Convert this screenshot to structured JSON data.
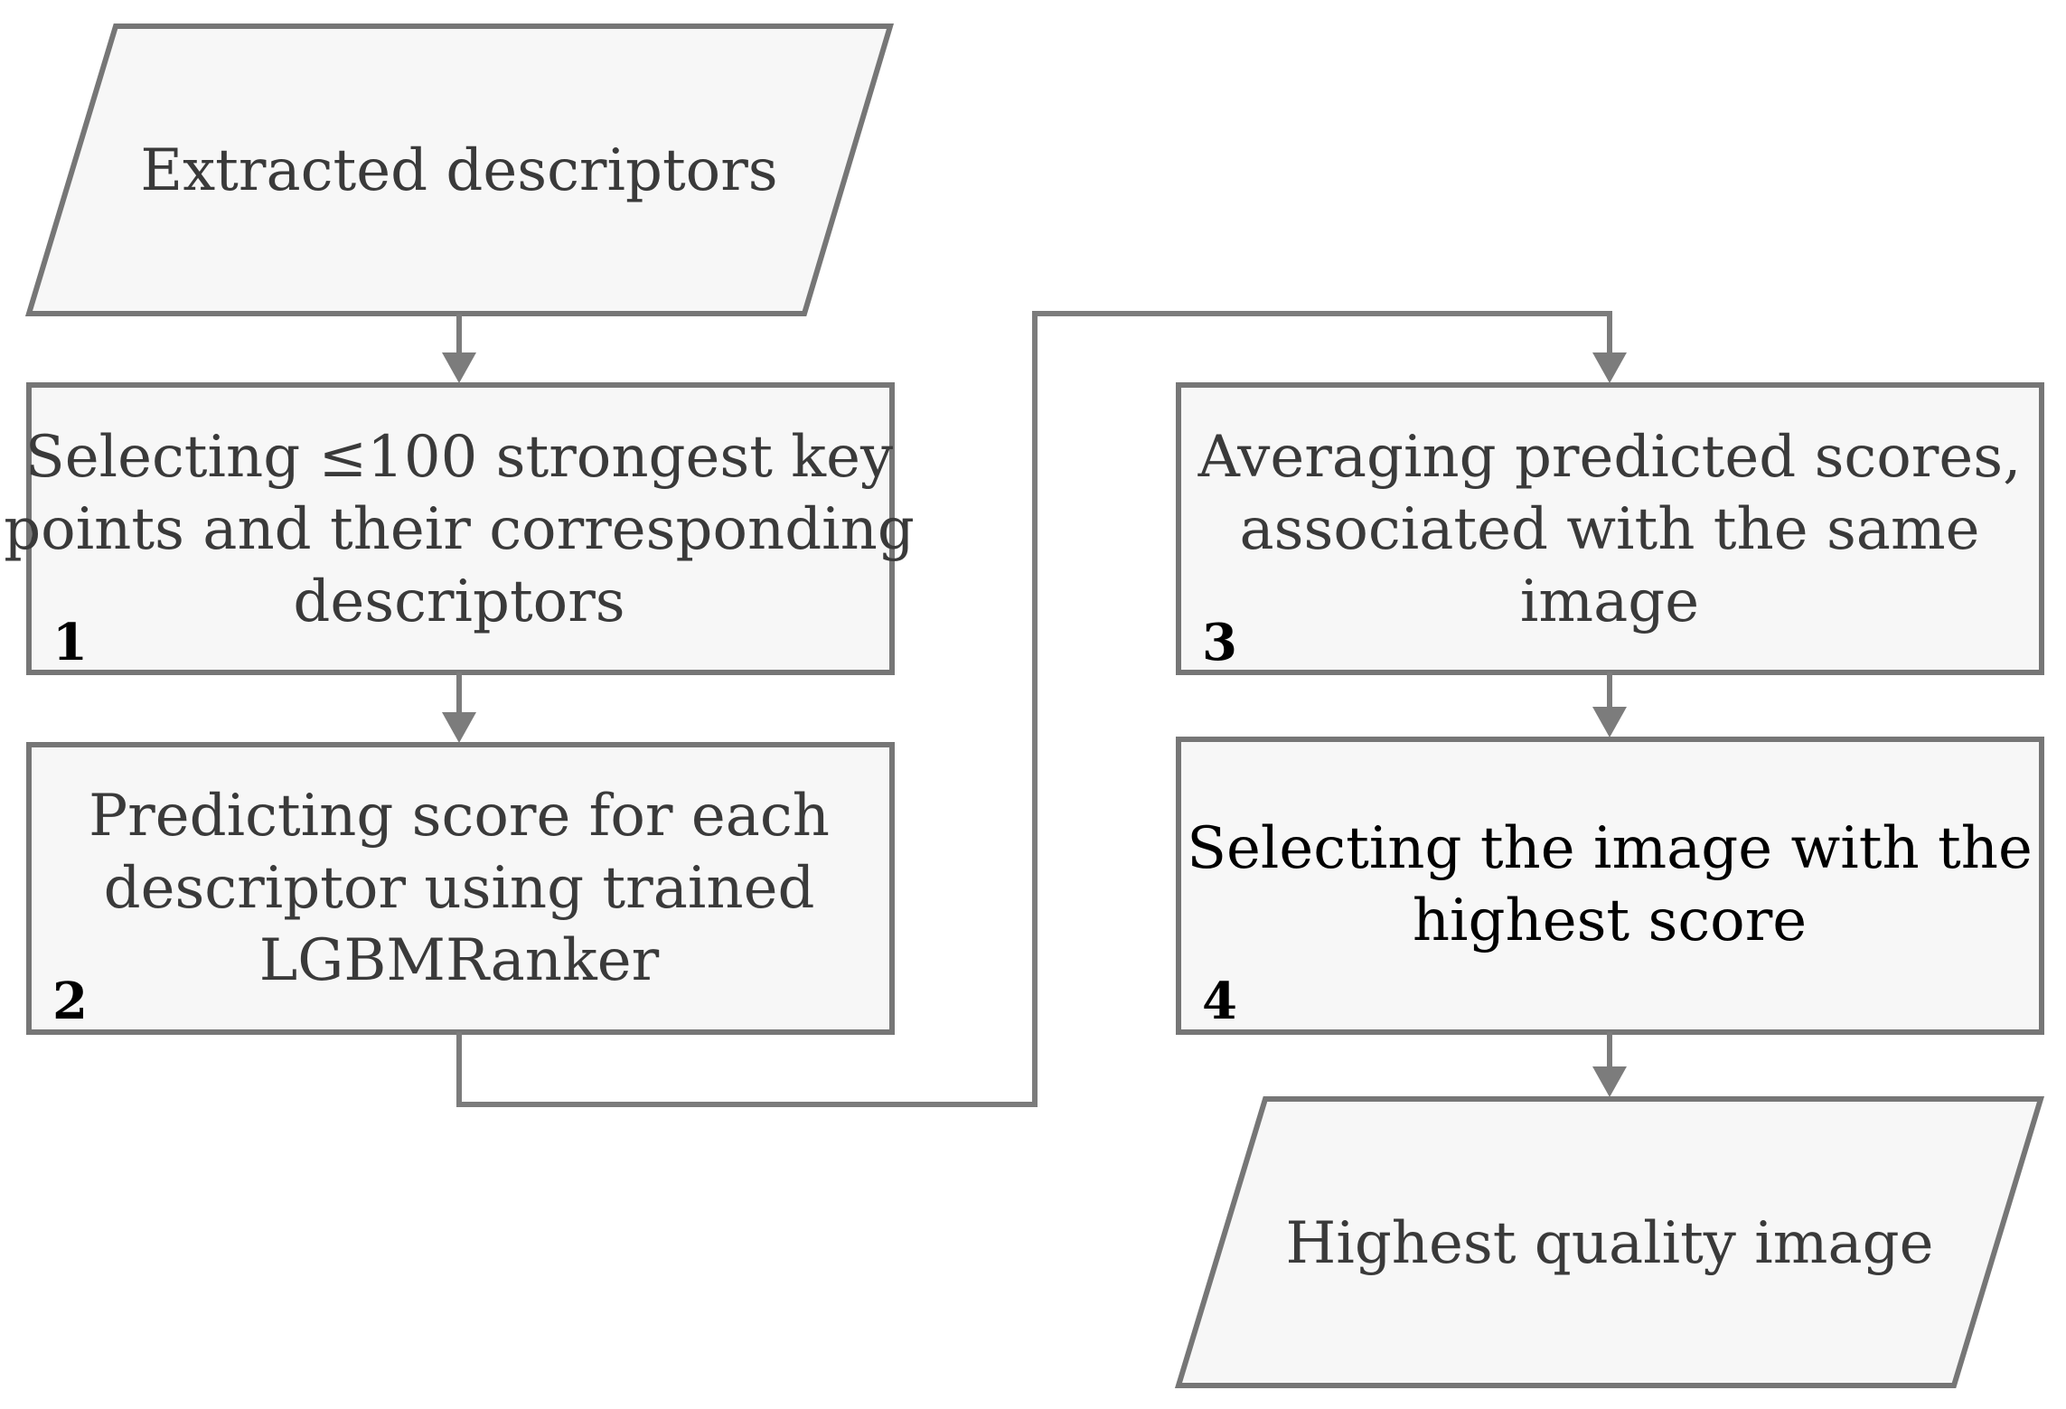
{
  "diagram": {
    "input": {
      "label": "Extracted descriptors"
    },
    "steps": [
      {
        "number": "1",
        "lines": [
          "Selecting ≤100 strongest key",
          "points and their corresponding",
          "descriptors"
        ]
      },
      {
        "number": "2",
        "lines": [
          "Predicting score for each",
          "descriptor using trained",
          "LGBMRanker"
        ]
      },
      {
        "number": "3",
        "lines": [
          "Averaging predicted scores,",
          "associated with the same",
          "image"
        ]
      },
      {
        "number": "4",
        "lines": [
          "Selecting the image with the",
          "highest score"
        ]
      }
    ],
    "output": {
      "label": "Highest quality image"
    }
  }
}
